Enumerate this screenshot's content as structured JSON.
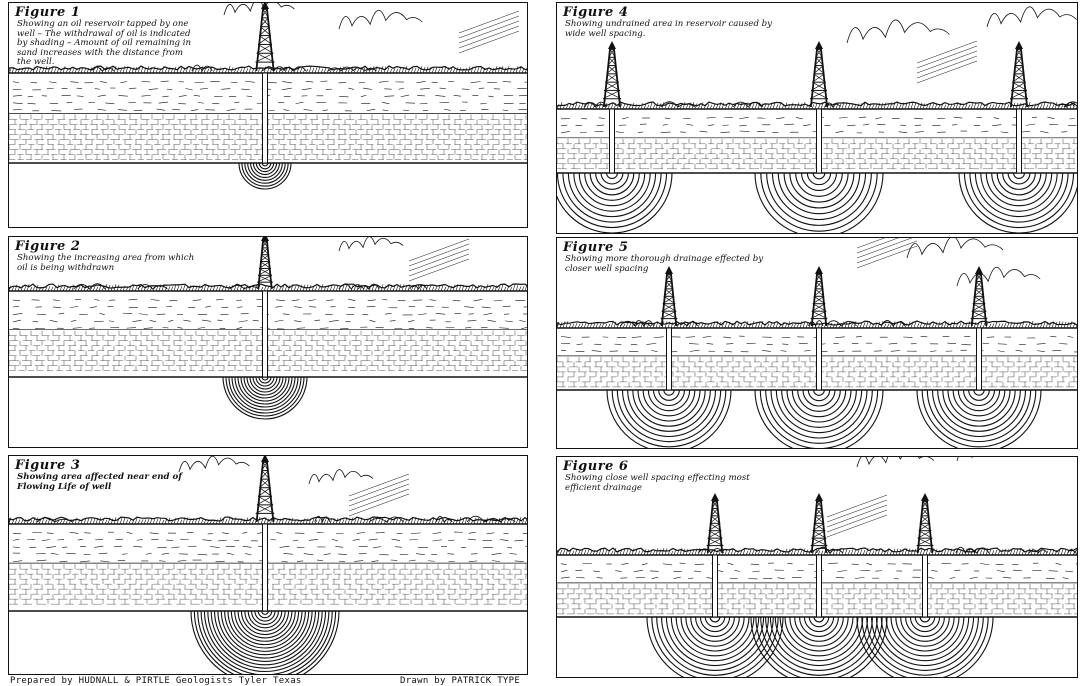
{
  "figures": [
    {
      "id": 1,
      "title": "Figure 1",
      "caption_lines": [
        "Showing an oil reservoir tapped by one",
        "well – The withdrawal of oil is indicated",
        "by shading – Amount of oil remaining in",
        "sand increases with the distance from",
        "the well."
      ]
    },
    {
      "id": 2,
      "title": "Figure 2",
      "caption_lines": [
        "Showing the increasing area from which",
        "oil is being withdrawn"
      ]
    },
    {
      "id": 3,
      "title": "Figure 3",
      "caption_lines": [
        "Showing area affected near end of",
        "Flowing Life of well"
      ]
    },
    {
      "id": 4,
      "title": "Figure 4",
      "caption_lines": [
        "Showing undrained area in reservoir caused by",
        "wide well spacing."
      ]
    },
    {
      "id": 5,
      "title": "Figure 5",
      "caption_lines": [
        "Showing more thorough drainage effected by",
        "closer well spacing"
      ]
    },
    {
      "id": 6,
      "title": "Figure 6",
      "caption_lines": [
        "Showing close well spacing effecting most",
        "efficient drainage"
      ]
    }
  ],
  "footer": {
    "left": "Prepared by HUDNALL & PIRTLE Geologists Tyler Texas",
    "right": "Drawn by PATRICK TYPE"
  },
  "colors": {
    "ink": "#111111",
    "paper": "#ffffff"
  }
}
